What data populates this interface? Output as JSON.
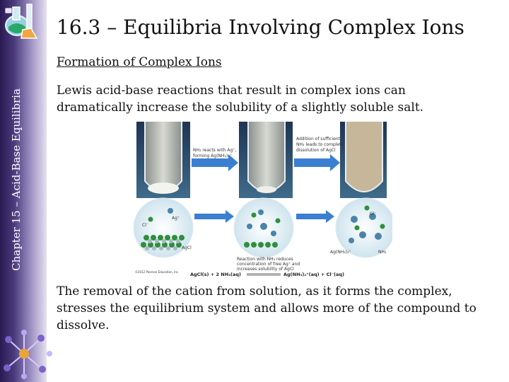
{
  "slide": {
    "sidebar_label": "Chapter 15 – Acid-Base Equilibria",
    "title": "16.3 – Equilibria Involving Complex Ions",
    "subtitle": "Formation of Complex Ions",
    "paragraph1": "Lewis acid-base reactions that result in complex ions can dramatically increase the solubility of a slightly soluble salt.",
    "paragraph2": "The removal of the cation from solution, as it forms the complex, stresses the equilibrium system and allows more of the compound to dissolve."
  },
  "figure": {
    "arrow1": [
      "NH₃ reacts with Ag⁺,",
      "forming Ag(NH₃)₂⁺"
    ],
    "arrow2": [
      "Addition of sufficient",
      "NH₃ leads to complete",
      "dissolution of AgCl"
    ],
    "label_ag": "Ag⁺",
    "label_cl_left": "Cl⁻",
    "label_agcl": "AgCl",
    "label_cl_right": "Cl⁻",
    "label_complex": "Ag(NH₃)₂⁺",
    "label_nh3": "NH₃",
    "center_caption": [
      "Reaction with NH₃ reduces",
      "concentration of free Ag⁺ and",
      "increases solubility of AgCl"
    ],
    "copyright": "©2012 Pearson Education, Inc.",
    "eq_left": "AgCl(s) + 2 NH₃(aq)",
    "eq_right": "Ag(NH₃)₂⁺(aq) + Cl⁻(aq)",
    "colors": {
      "arrow": "#3b7fd0",
      "silver_ion": "#4a84a8",
      "chloride": "#2f8f3a"
    }
  },
  "icons": [
    "chemistry-flasks-logo",
    "molecule-icon"
  ]
}
